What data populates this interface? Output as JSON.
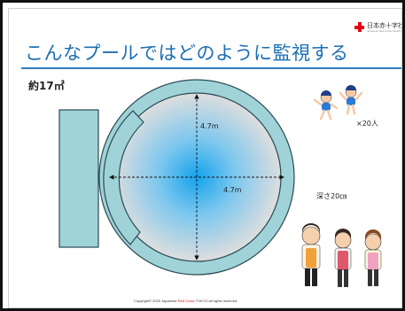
{
  "logo": {
    "name": "日本赤十字社",
    "sub": "Japanese Red Cross Society"
  },
  "title": "こんなプールではどのように監視する",
  "area_label": "約17㎡",
  "pool": {
    "vertical_label": "4.7m",
    "horizontal_label": "4.7m"
  },
  "children_count": "×20人",
  "depth_label": "深さ20㎝",
  "copyright": {
    "before": "Copyright© 2020 Japanese ",
    "red": "Red Cross",
    "after": " TOKYO.all rights reserved."
  },
  "colors": {
    "title": "#1b6fb4",
    "pool_rim": "#9fd3d8",
    "water_center": "#14a3ec",
    "water_edge": "#d9d9d9",
    "red_cross": "#e60012"
  }
}
